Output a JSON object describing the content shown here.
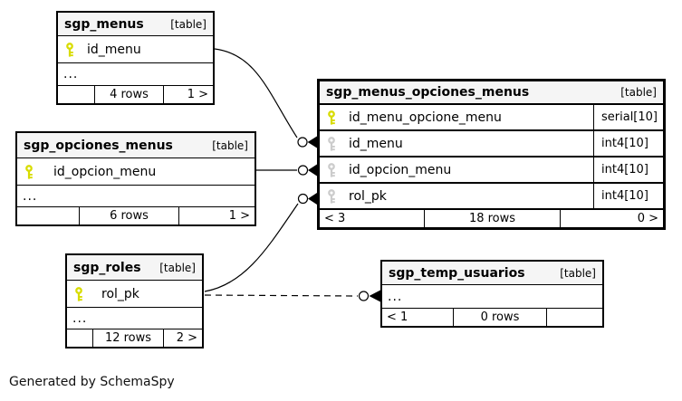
{
  "diagram": {
    "note": "Generated by SchemaSpy"
  },
  "colors": {
    "primary_key": "#d8dc00",
    "foreign_key": "#cccccc",
    "header_bg": "#f5f5f5",
    "border": "#000000",
    "line": "#000000",
    "background": "#ffffff"
  },
  "tables": [
    {
      "name": "sgp_menus",
      "tag": "[table]",
      "columns": [
        {
          "name": "id_menu",
          "key": "primary"
        }
      ],
      "ellipsis": "...",
      "footer": {
        "left": "",
        "center": "4 rows",
        "right": "1 >"
      }
    },
    {
      "name": "sgp_opciones_menus",
      "tag": "[table]",
      "columns": [
        {
          "name": "id_opcion_menu",
          "key": "primary"
        }
      ],
      "ellipsis": "...",
      "footer": {
        "left": "",
        "center": "6 rows",
        "right": "1 >"
      }
    },
    {
      "name": "sgp_menus_opciones_menus",
      "tag": "[table]",
      "emphasized": true,
      "columns": [
        {
          "name": "id_menu_opcione_menu",
          "type": "serial[10]",
          "key": "primary"
        },
        {
          "name": "id_menu",
          "type": "int4[10]",
          "key": "foreign"
        },
        {
          "name": "id_opcion_menu",
          "type": "int4[10]",
          "key": "foreign"
        },
        {
          "name": "rol_pk",
          "type": "int4[10]",
          "key": "foreign"
        }
      ],
      "footer": {
        "left": "< 3",
        "center": "18 rows",
        "right": "0 >"
      }
    },
    {
      "name": "sgp_roles",
      "tag": "[table]",
      "columns": [
        {
          "name": "rol_pk",
          "key": "primary"
        }
      ],
      "ellipsis": "...",
      "footer": {
        "left": "",
        "center": "12 rows",
        "right": "2 >"
      }
    },
    {
      "name": "sgp_temp_usuarios",
      "tag": "[table]",
      "ellipsis": "...",
      "footer": {
        "left": "< 1",
        "center": "0 rows",
        "right": ""
      }
    }
  ],
  "relationships": [
    {
      "from": "sgp_menus.id_menu",
      "to": "sgp_menus_opciones_menus.id_menu",
      "style": "solid",
      "end_marker": "circle-crowfoot"
    },
    {
      "from": "sgp_opciones_menus.id_opcion_menu",
      "to": "sgp_menus_opciones_menus.id_opcion_menu",
      "style": "solid",
      "end_marker": "circle-crowfoot"
    },
    {
      "from": "sgp_roles.rol_pk",
      "to": "sgp_menus_opciones_menus.rol_pk",
      "style": "solid",
      "end_marker": "circle-crowfoot"
    },
    {
      "from": "sgp_roles.rol_pk",
      "to": "sgp_temp_usuarios",
      "style": "dashed",
      "end_marker": "circle-crowfoot"
    }
  ]
}
